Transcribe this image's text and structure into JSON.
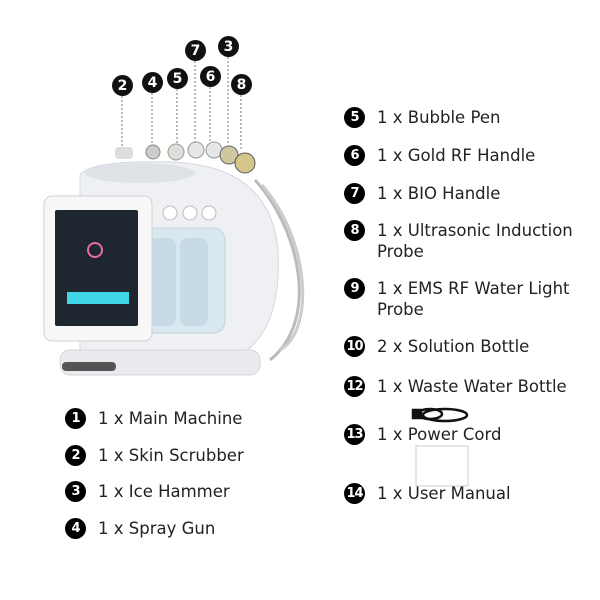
{
  "callouts": [
    "2",
    "4",
    "5",
    "7",
    "6",
    "3",
    "8"
  ],
  "left_items": [
    {
      "num": "1",
      "label": "1 x Main Machine"
    },
    {
      "num": "2",
      "label": "1 x Skin Scrubber"
    },
    {
      "num": "3",
      "label": "1 x Ice Hammer"
    },
    {
      "num": "4",
      "label": "1 x Spray Gun"
    }
  ],
  "right_items": [
    {
      "num": "5",
      "label": "1 x Bubble Pen"
    },
    {
      "num": "6",
      "label": "1 x Gold RF Handle"
    },
    {
      "num": "7",
      "label": "1 x BIO Handle"
    },
    {
      "num": "8",
      "label": "1 x Ultrasonic Induction Probe"
    },
    {
      "num": "9",
      "label": "1 x EMS RF Water Light Probe"
    },
    {
      "num": "10",
      "label": "2 x Solution Bottle"
    },
    {
      "num": "12",
      "label": "1 x Waste Water Bottle"
    },
    {
      "num": "13",
      "label": "1 x Power Cord"
    },
    {
      "num": "14",
      "label": "1 x User Manual"
    }
  ],
  "colors": {
    "badge": "#000000",
    "screen_accent": "#3fd6e6",
    "machine": "#eef0f3"
  }
}
